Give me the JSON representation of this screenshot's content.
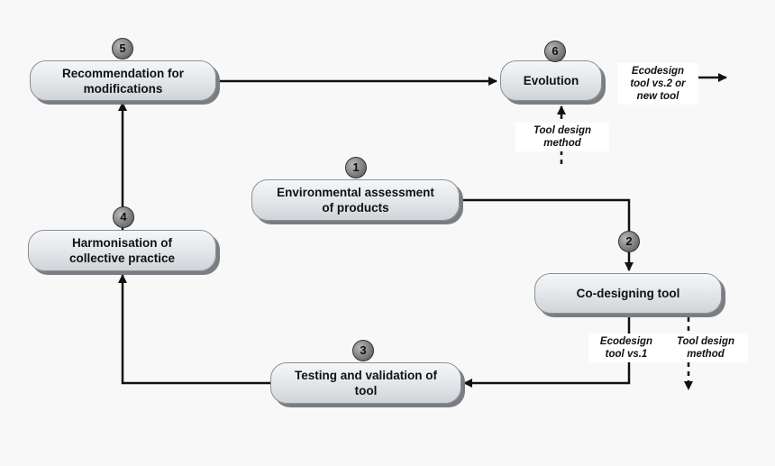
{
  "nodes": {
    "recommendation": "Recommendation for modifications",
    "evolution": "Evolution",
    "environmental": "Environmental assessment of products",
    "harmonisation": "Harmonisation of collective practice",
    "codesigning": "Co-designing tool",
    "testing": "Testing and validation of tool"
  },
  "badges": {
    "b1": "1",
    "b2": "2",
    "b3": "3",
    "b4": "4",
    "b5": "5",
    "b6": "6"
  },
  "notes": {
    "ecodesign_v2": "Ecodesign tool vs.2 or new tool",
    "tool_design_method_top": "Tool design method",
    "ecodesign_v1": "Ecodesign tool vs.1",
    "tool_design_method_bottom": "Tool design method"
  }
}
